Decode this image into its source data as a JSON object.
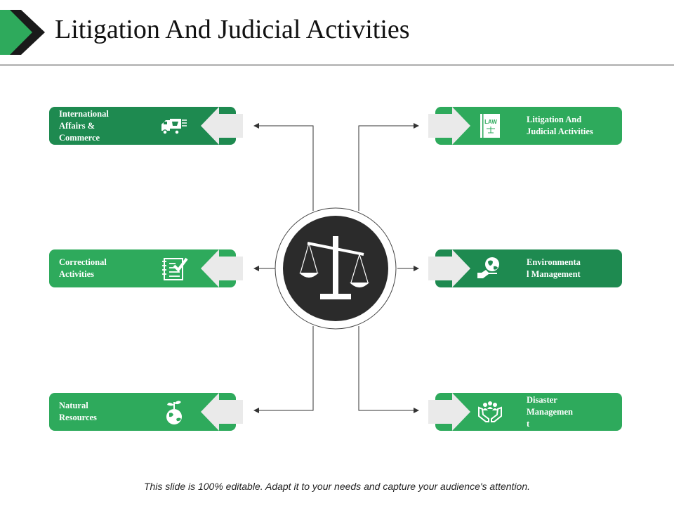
{
  "title": "Litigation And Judicial Activities",
  "items": [
    {
      "label": "International\nAffairs &\nCommerce",
      "icon": "delivery-truck-icon"
    },
    {
      "label": "Correctional\nActivities",
      "icon": "checklist-icon"
    },
    {
      "label": "Natural\nResources",
      "icon": "plant-globe-icon"
    },
    {
      "label": "Litigation And\nJudicial Activities",
      "icon": "law-book-icon"
    },
    {
      "label": "Environmenta\nl Management",
      "icon": "globe-in-hand-icon"
    },
    {
      "label": "Disaster\nManagemen\nt",
      "icon": "people-in-hands-icon"
    }
  ],
  "center_icon": "scales-of-justice-icon",
  "footer": "This slide is 100% editable. Adapt it to your needs and capture your audience's attention.",
  "colors": {
    "green": "#2eaa5c",
    "dark_green": "#1e8a50",
    "center_fill": "#2b2b2b"
  }
}
